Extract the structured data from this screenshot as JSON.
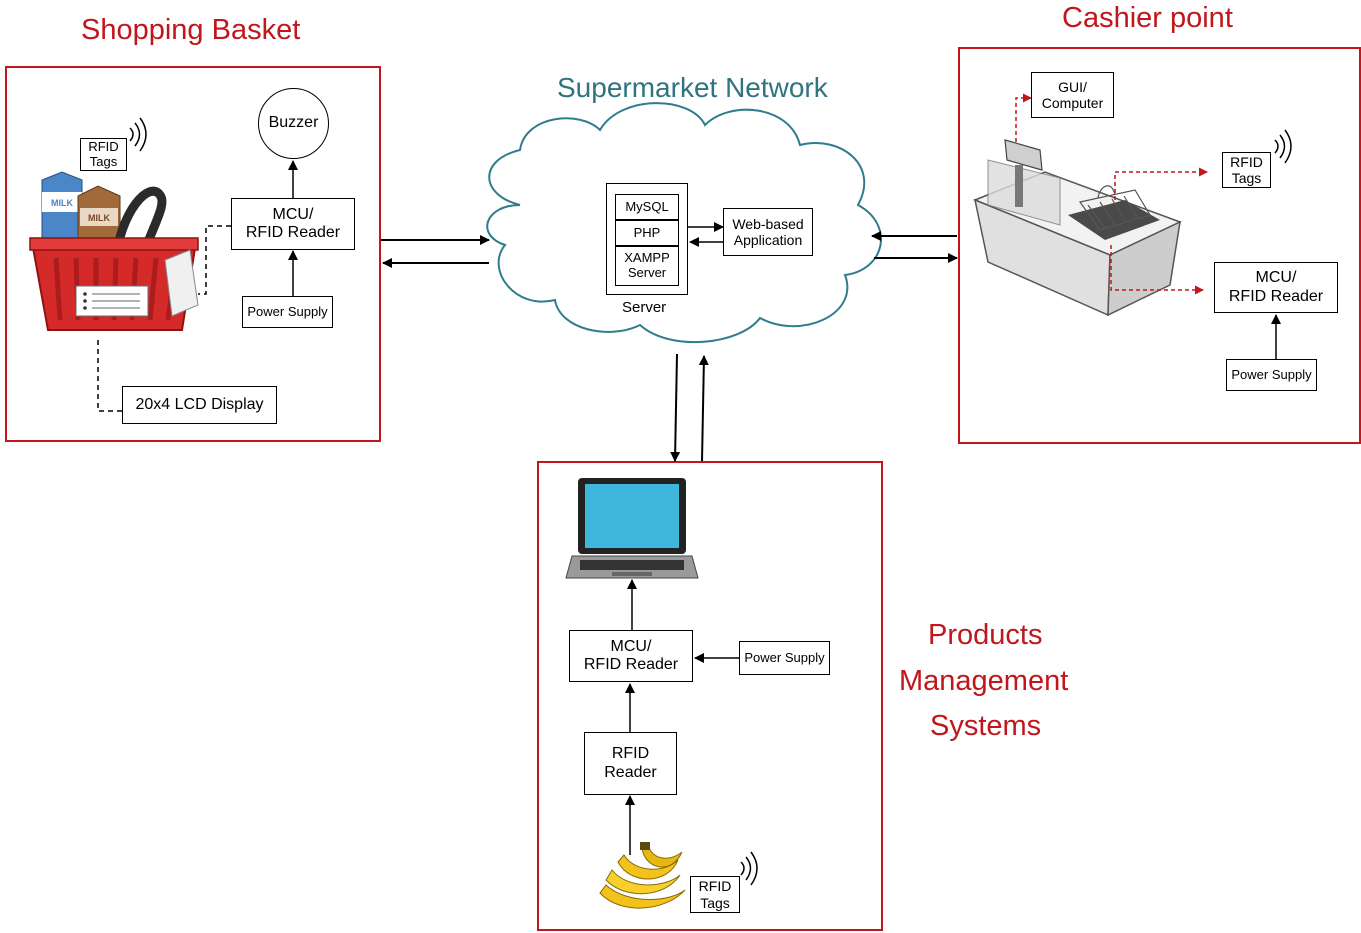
{
  "colors": {
    "accent_red": "#c0161c",
    "network_teal": "#2f7480",
    "cloud_stroke": "#2f7d8c",
    "laptop_screen": "#3fb6dc"
  },
  "sections": {
    "shopping_basket": "Shopping Basket",
    "cashier_point": "Cashier point",
    "network": "Supermarket Network",
    "products_management": [
      "Products",
      "Management",
      "Systems"
    ]
  },
  "basket": {
    "rfid_tags": "RFID\nTags",
    "milk_label": "MILK",
    "buzzer": "Buzzer",
    "mcu": "MCU/\nRFID Reader",
    "power": "Power Supply",
    "lcd": "20x4 LCD Display"
  },
  "server": {
    "mysql": "MySQL",
    "php": "PHP",
    "xampp": "XAMPP\nServer",
    "label": "Server",
    "web_app": "Web-based\nApplication"
  },
  "cashier": {
    "gui": "GUI/\nComputer",
    "rfid_tags": "RFID\nTags",
    "mcu": "MCU/\nRFID Reader",
    "power": "Power Supply"
  },
  "products": {
    "mcu": "MCU/\nRFID Reader",
    "power": "Power Supply",
    "reader": "RFID\nReader",
    "rfid_tags": "RFID\nTags"
  },
  "icons": [
    "basket-icon",
    "milk-carton-icon",
    "cloud-icon",
    "checkout-counter-icon",
    "laptop-icon",
    "banana-icon",
    "wireless-signal-icon"
  ]
}
